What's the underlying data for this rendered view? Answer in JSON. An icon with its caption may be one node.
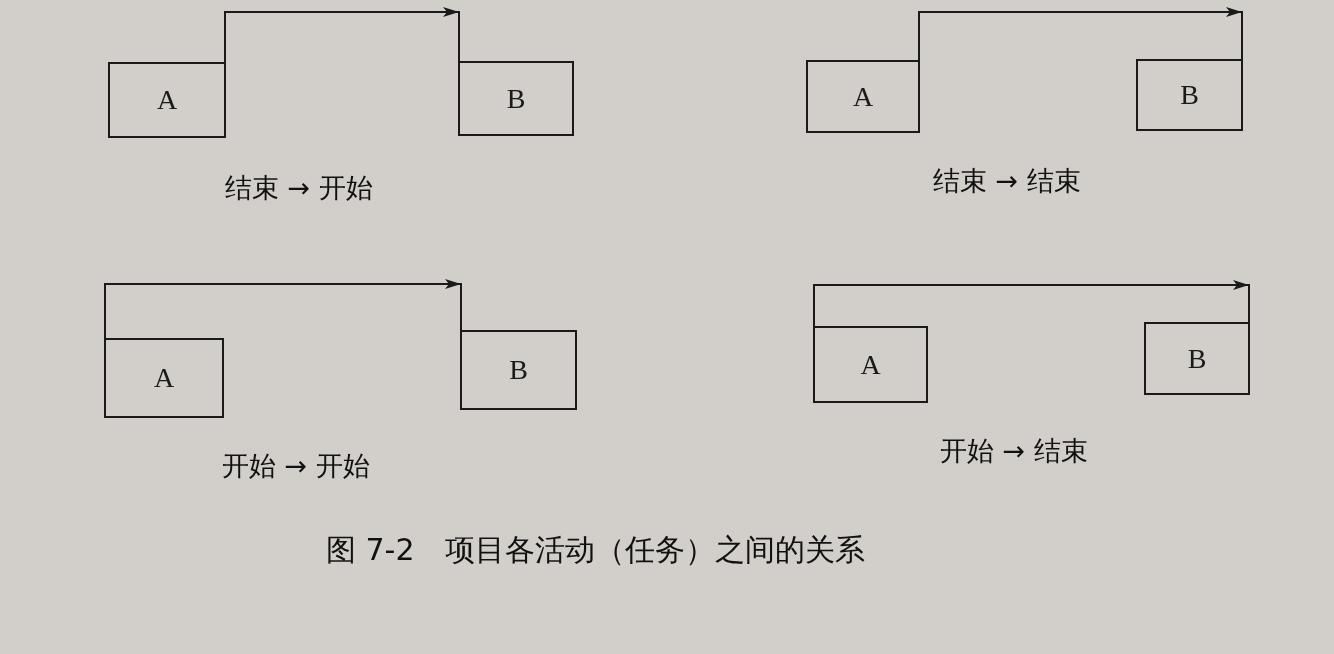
{
  "diagram": {
    "caption": "图 7-2　项目各活动（任务）之间的关系",
    "nodes": [
      {
        "text": [
          "A"
        ]
      },
      {
        "text": [
          "B"
        ]
      },
      {
        "text": [
          "A"
        ]
      },
      {
        "text": [
          "B"
        ]
      },
      {
        "text": [
          "A"
        ]
      },
      {
        "text": [
          "B"
        ]
      },
      {
        "text": [
          "A"
        ]
      },
      {
        "text": [
          "B"
        ]
      }
    ],
    "edges": [
      {
        "from": 0,
        "to": 1,
        "arrow": "to"
      },
      {
        "from": 2,
        "to": 3,
        "arrow": "to"
      },
      {
        "from": 4,
        "to": 5,
        "arrow": "to"
      },
      {
        "from": 6,
        "to": 7,
        "arrow": "to"
      }
    ],
    "labels": [
      "结束 → 开始",
      "结束 → 结束",
      "开始 → 开始",
      "开始 → 结束"
    ]
  }
}
